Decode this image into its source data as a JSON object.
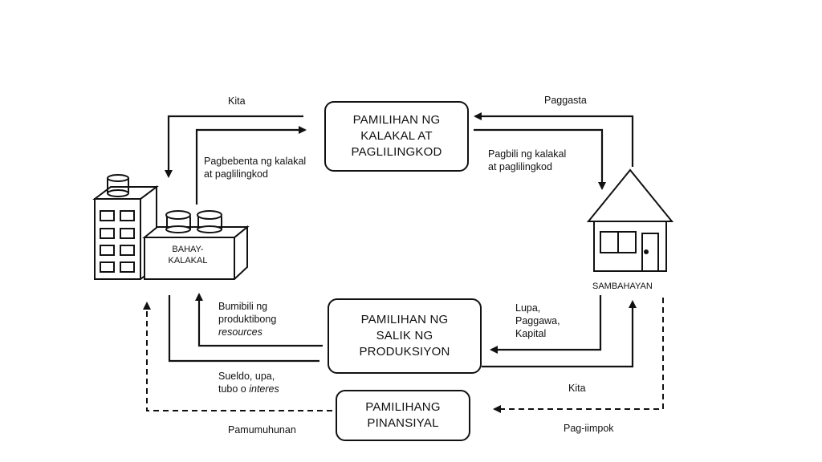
{
  "markets": {
    "goods": {
      "line1": "PAMILIHAN NG",
      "line2": "KALAKAL AT",
      "line3": "PAGLILINGKOD"
    },
    "factors": {
      "line1": "PAMILIHAN NG",
      "line2": "SALIK NG",
      "line3": "PRODUKSIYON"
    },
    "financial": {
      "line1": "PAMILIHANG",
      "line2": "PINANSIYAL"
    }
  },
  "actors": {
    "firm": {
      "line1": "BAHAY-",
      "line2": "KALAKAL"
    },
    "household": {
      "label": "SAMBAHAYAN"
    }
  },
  "labels": {
    "kita_top": "Kita",
    "paggasta": "Paggasta",
    "pagbebenta_1": "Pagbebenta ng kalakal",
    "pagbebenta_2": "at paglilingkod",
    "pagbili_1": "Pagbili ng kalakal",
    "pagbili_2": "at paglilingkod",
    "bumibili_1": "Bumibili ng",
    "bumibili_2": "produktibong",
    "bumibili_3": "resources",
    "lupa_1": "Lupa,",
    "lupa_2": "Paggawa,",
    "lupa_3": "Kapital",
    "sueldo_1": "Sueldo, upa,",
    "sueldo_2": "tubo o ",
    "sueldo_3": "interes",
    "kita_bottom": "Kita",
    "pamumuhunan": "Pamumuhunan",
    "pagiimpok": "Pag-iimpok"
  }
}
